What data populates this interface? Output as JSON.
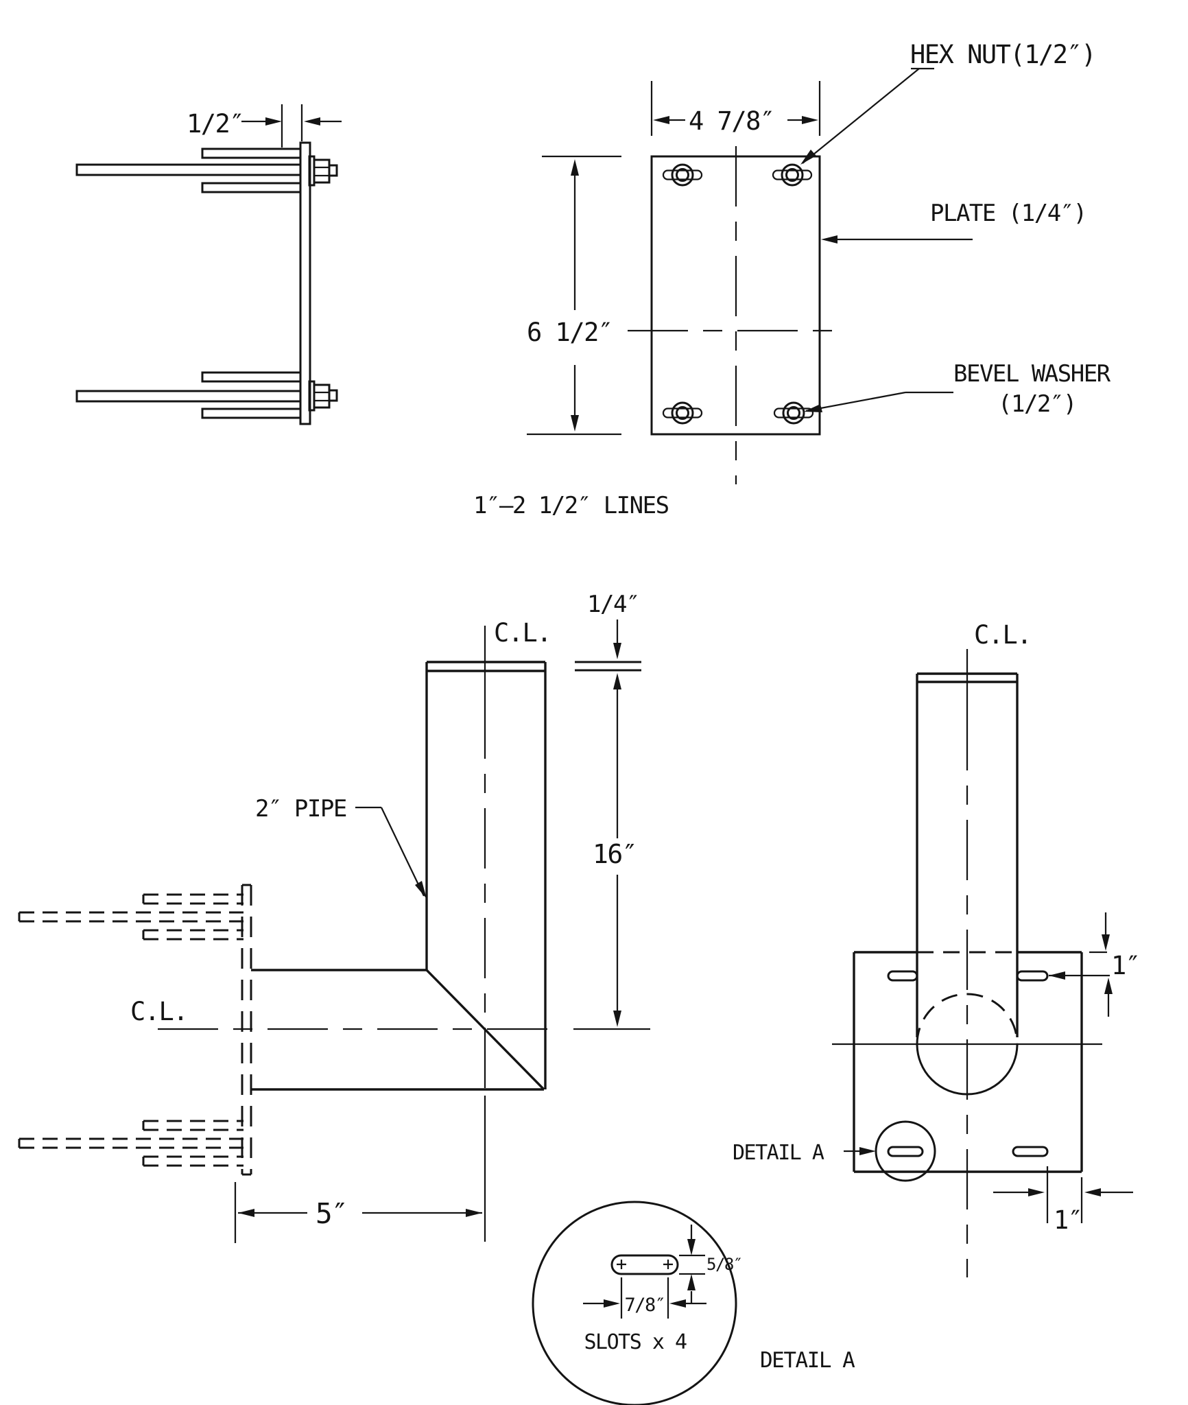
{
  "drawing": {
    "background": "#ffffff",
    "line_color": "#141414",
    "text": {
      "dim_half": "1/2″",
      "dim_width": "4 7/8″",
      "dim_height": "6 1/2″",
      "hex_nut": "HEX NUT(1/2″)",
      "plate": "PLATE (1/4″)",
      "bevel1": "BEVEL WASHER",
      "bevel2": "(1/2″)",
      "lines_note": "1″–2 1/2″ LINES",
      "cl_elbow": "C.L.",
      "cl_elbow_side": "C.L.",
      "cl_front": "C.L.",
      "pipe": "2″ PIPE",
      "dim_quarter": "1/4″",
      "dim_16": "16″",
      "dim_5": "5″",
      "dim_1_top": "1″",
      "dim_1_bottom": "1″",
      "detail_a_callout": "DETAIL A",
      "dim_78": "7/8″",
      "dim_58": "5/8″",
      "slots_note": "SLOTS x 4",
      "detail_a_title": "DETAIL A"
    }
  }
}
